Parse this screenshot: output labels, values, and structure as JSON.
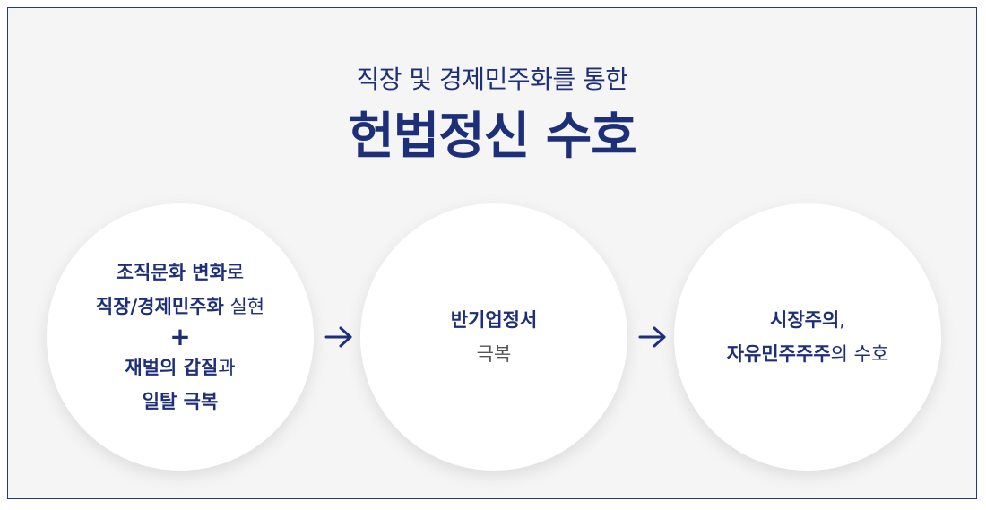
{
  "header": {
    "subtitle": "직장 및 경제민주화를 통한",
    "title": "헌법정신 수호"
  },
  "circles": [
    {
      "lines": [
        {
          "bold": "조직문화 변화",
          "normal": "로"
        },
        {
          "bold": "직장/경제민주화",
          "normal": " 실현"
        },
        {
          "plus": "+"
        },
        {
          "bold": "재벌의 갑질",
          "normal": "과"
        },
        {
          "bold": "일탈 극복",
          "normal": ""
        }
      ]
    },
    {
      "lines": [
        {
          "bold": "반기업정서"
        },
        {
          "normal": "극복"
        }
      ]
    },
    {
      "lines": [
        {
          "bold": "시장주의",
          "normal": ","
        },
        {
          "bold": "자유민주주주",
          "normal": "의 수호"
        }
      ]
    }
  ],
  "colors": {
    "accent": "#1e2f7a",
    "border": "#1f3a8a",
    "background": "#f5f5f5"
  },
  "icons": [
    "arrow-right-icon",
    "arrow-right-icon"
  ]
}
